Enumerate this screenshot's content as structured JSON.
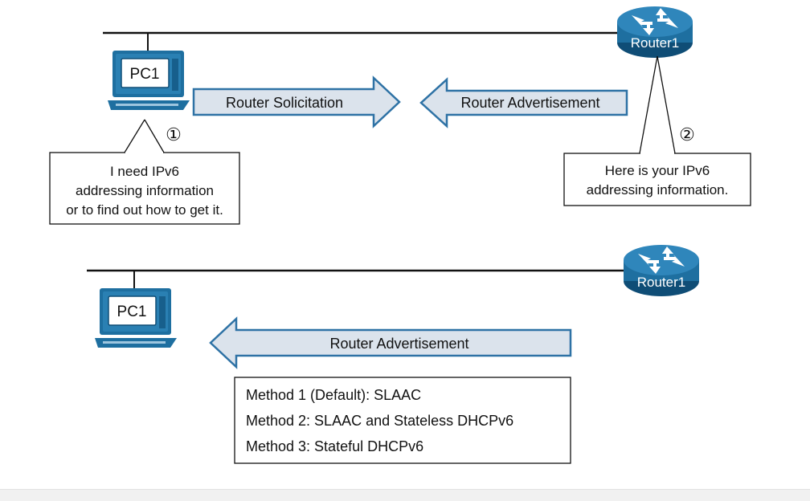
{
  "colors": {
    "device_blue": "#1e6fa0",
    "device_dark": "#0f4d76",
    "arrow_fill": "#dbe3ec",
    "arrow_stroke": "#2e72a5",
    "line": "#111111"
  },
  "top_scene": {
    "pc_label": "PC1",
    "router_label": "Router1",
    "solicitation_label": "Router Solicitation",
    "advertisement_label": "Router Advertisement",
    "step1_marker": "①",
    "step2_marker": "②",
    "pc_callout_lines": [
      "I need IPv6",
      "addressing information",
      "or to find out how to get it."
    ],
    "router_callout_lines": [
      "Here is your IPv6",
      "addressing information."
    ]
  },
  "bottom_scene": {
    "pc_label": "PC1",
    "router_label": "Router1",
    "advertisement_label": "Router Advertisement",
    "methods": [
      "Method 1 (Default): SLAAC",
      "Method 2: SLAAC and Stateless DHCPv6",
      "Method 3: Stateful DHCPv6"
    ]
  }
}
